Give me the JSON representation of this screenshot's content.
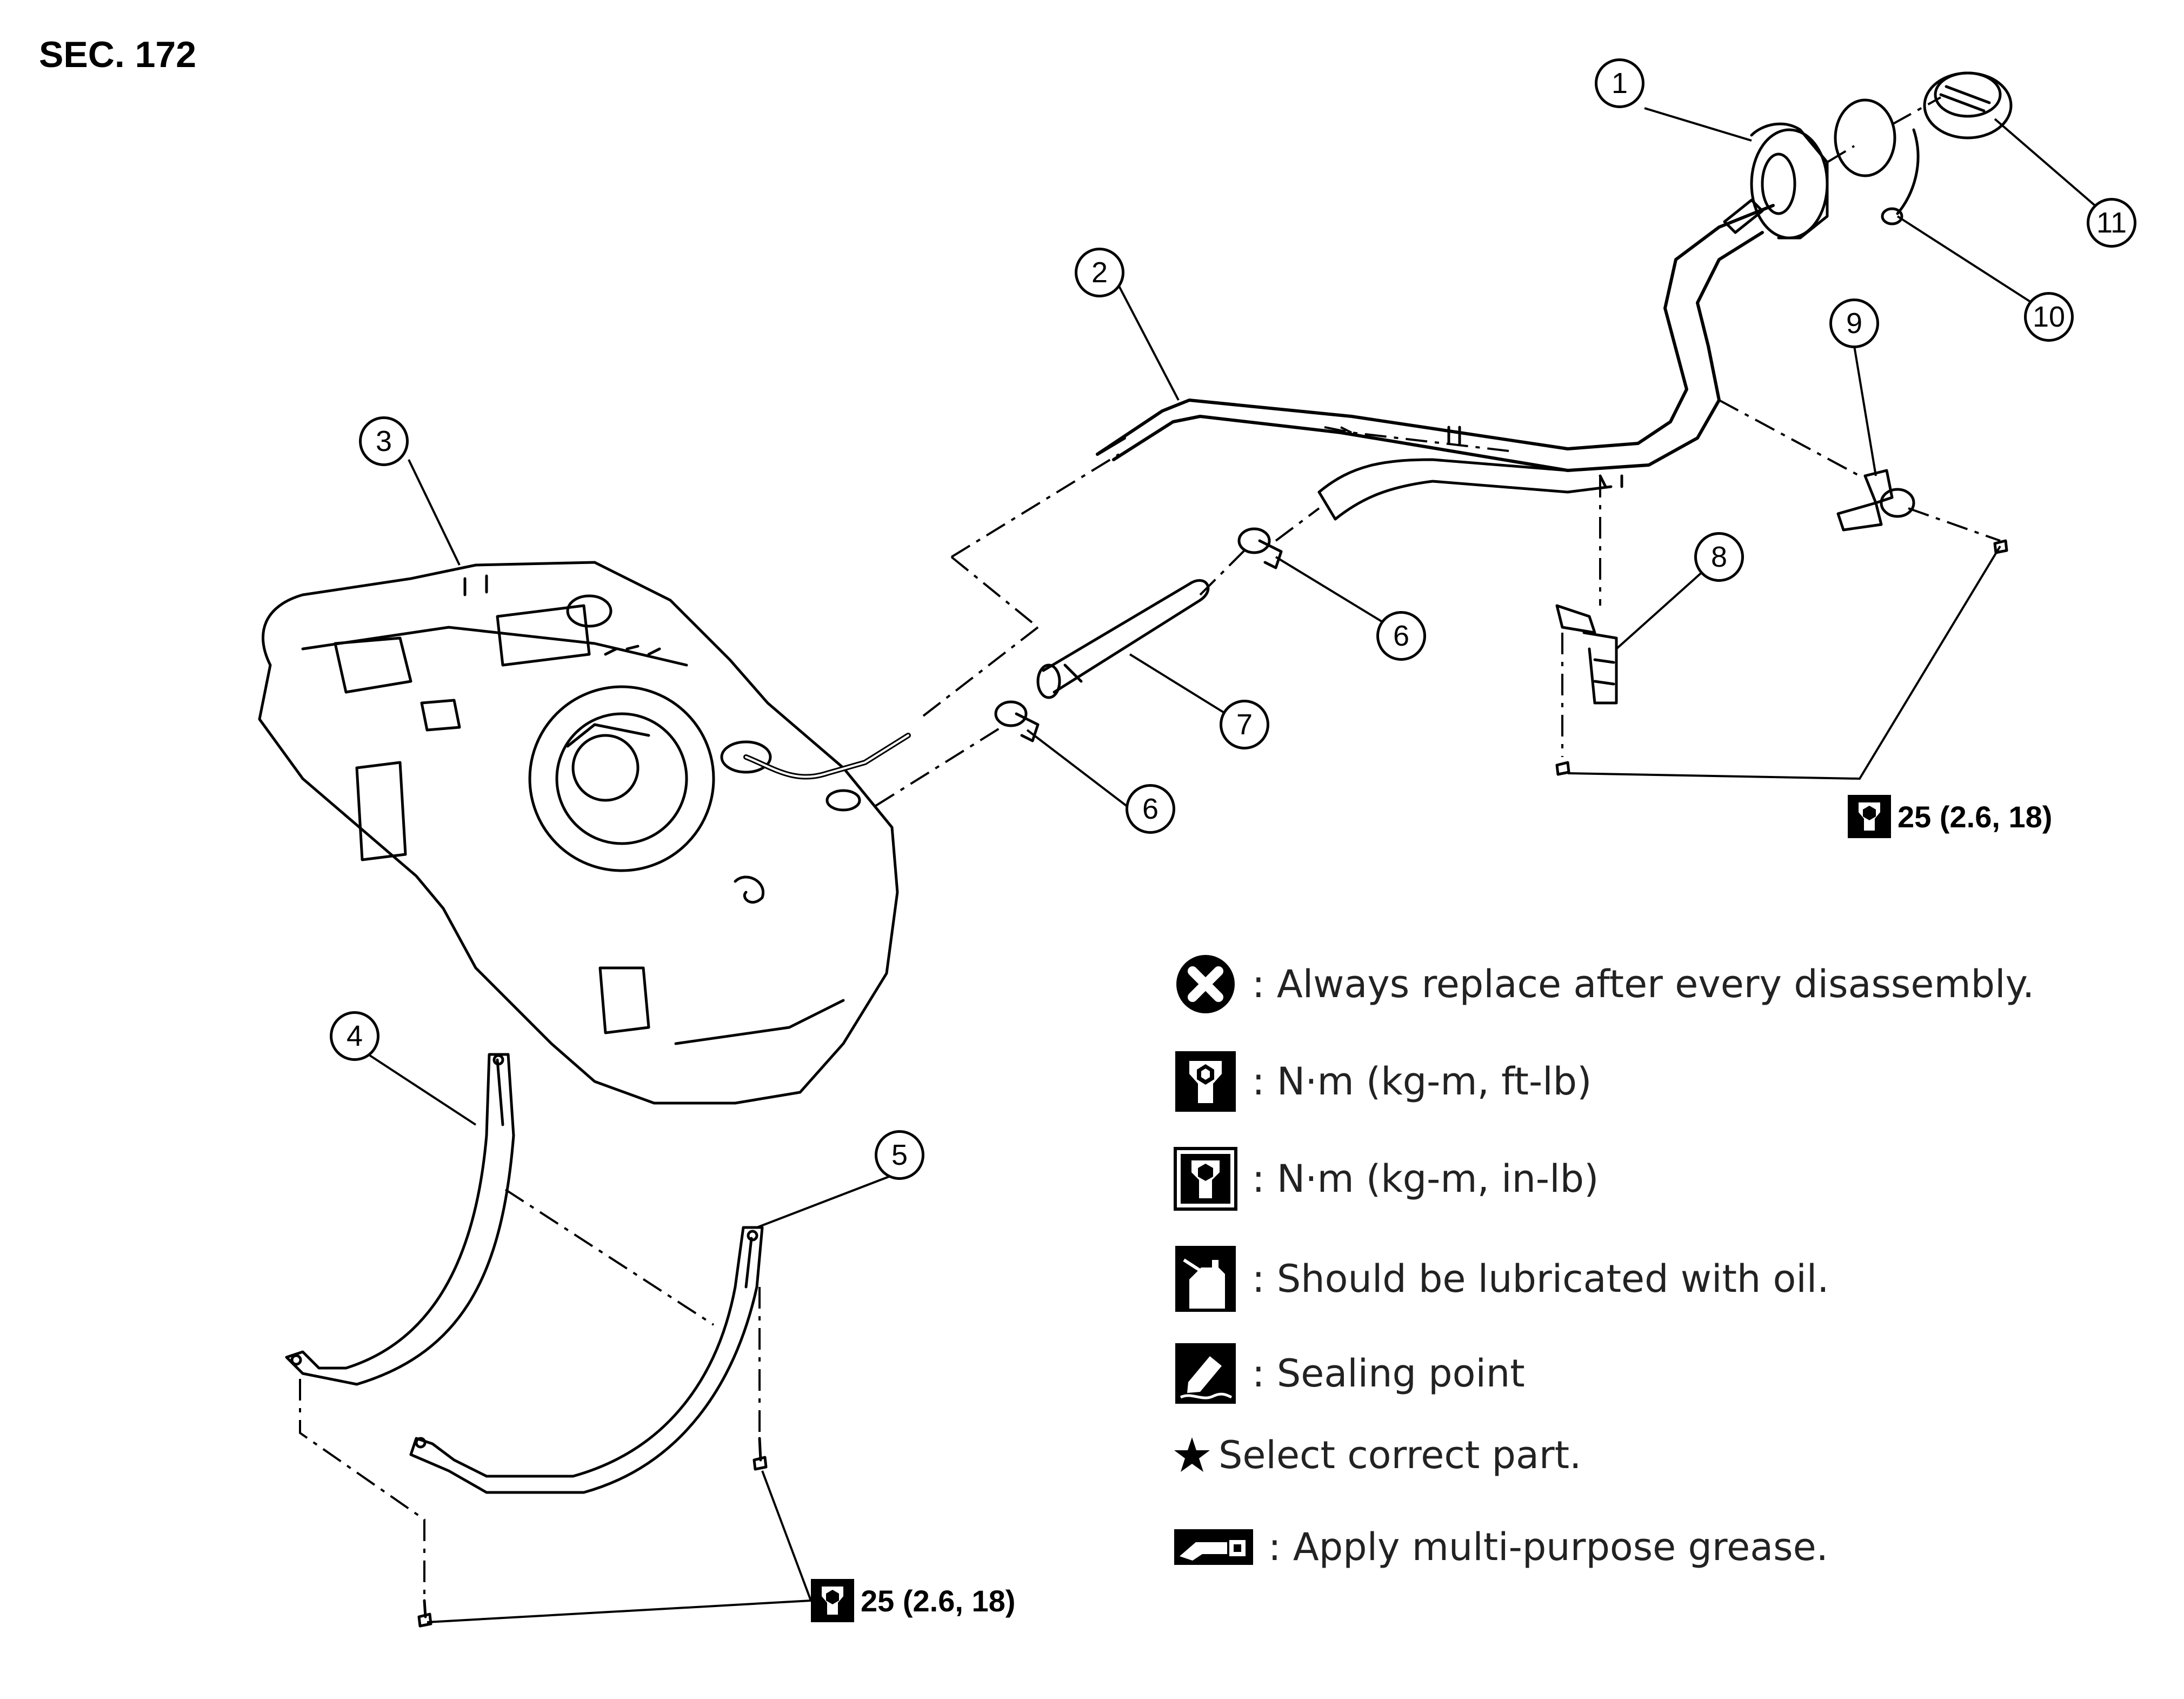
{
  "section": "SEC. 172",
  "callouts": {
    "c1": "1",
    "c2": "2",
    "c3": "3",
    "c4": "4",
    "c5": "5",
    "c6a": "6",
    "c6b": "6",
    "c7": "7",
    "c8": "8",
    "c9": "9",
    "c10": "10",
    "c11": "11"
  },
  "torque": {
    "upper": "25 (2.6, 18)",
    "lower": "25 (2.6, 18)"
  },
  "legend": [
    {
      "icon": "always-replace-icon",
      "text": ": Always replace after every disassembly."
    },
    {
      "icon": "torque-ft-lb-icon",
      "text": ": N·m (kg-m, ft-lb)"
    },
    {
      "icon": "torque-in-lb-icon",
      "text": ": N·m (kg-m, in-lb)"
    },
    {
      "icon": "oil-can-icon",
      "text": ": Should be lubricated with oil."
    },
    {
      "icon": "sealing-point-icon",
      "text": ": Sealing point"
    },
    {
      "icon": "star-icon",
      "text": "Select correct part."
    },
    {
      "icon": "grease-gun-icon",
      "text": ": Apply multi-purpose grease."
    }
  ]
}
